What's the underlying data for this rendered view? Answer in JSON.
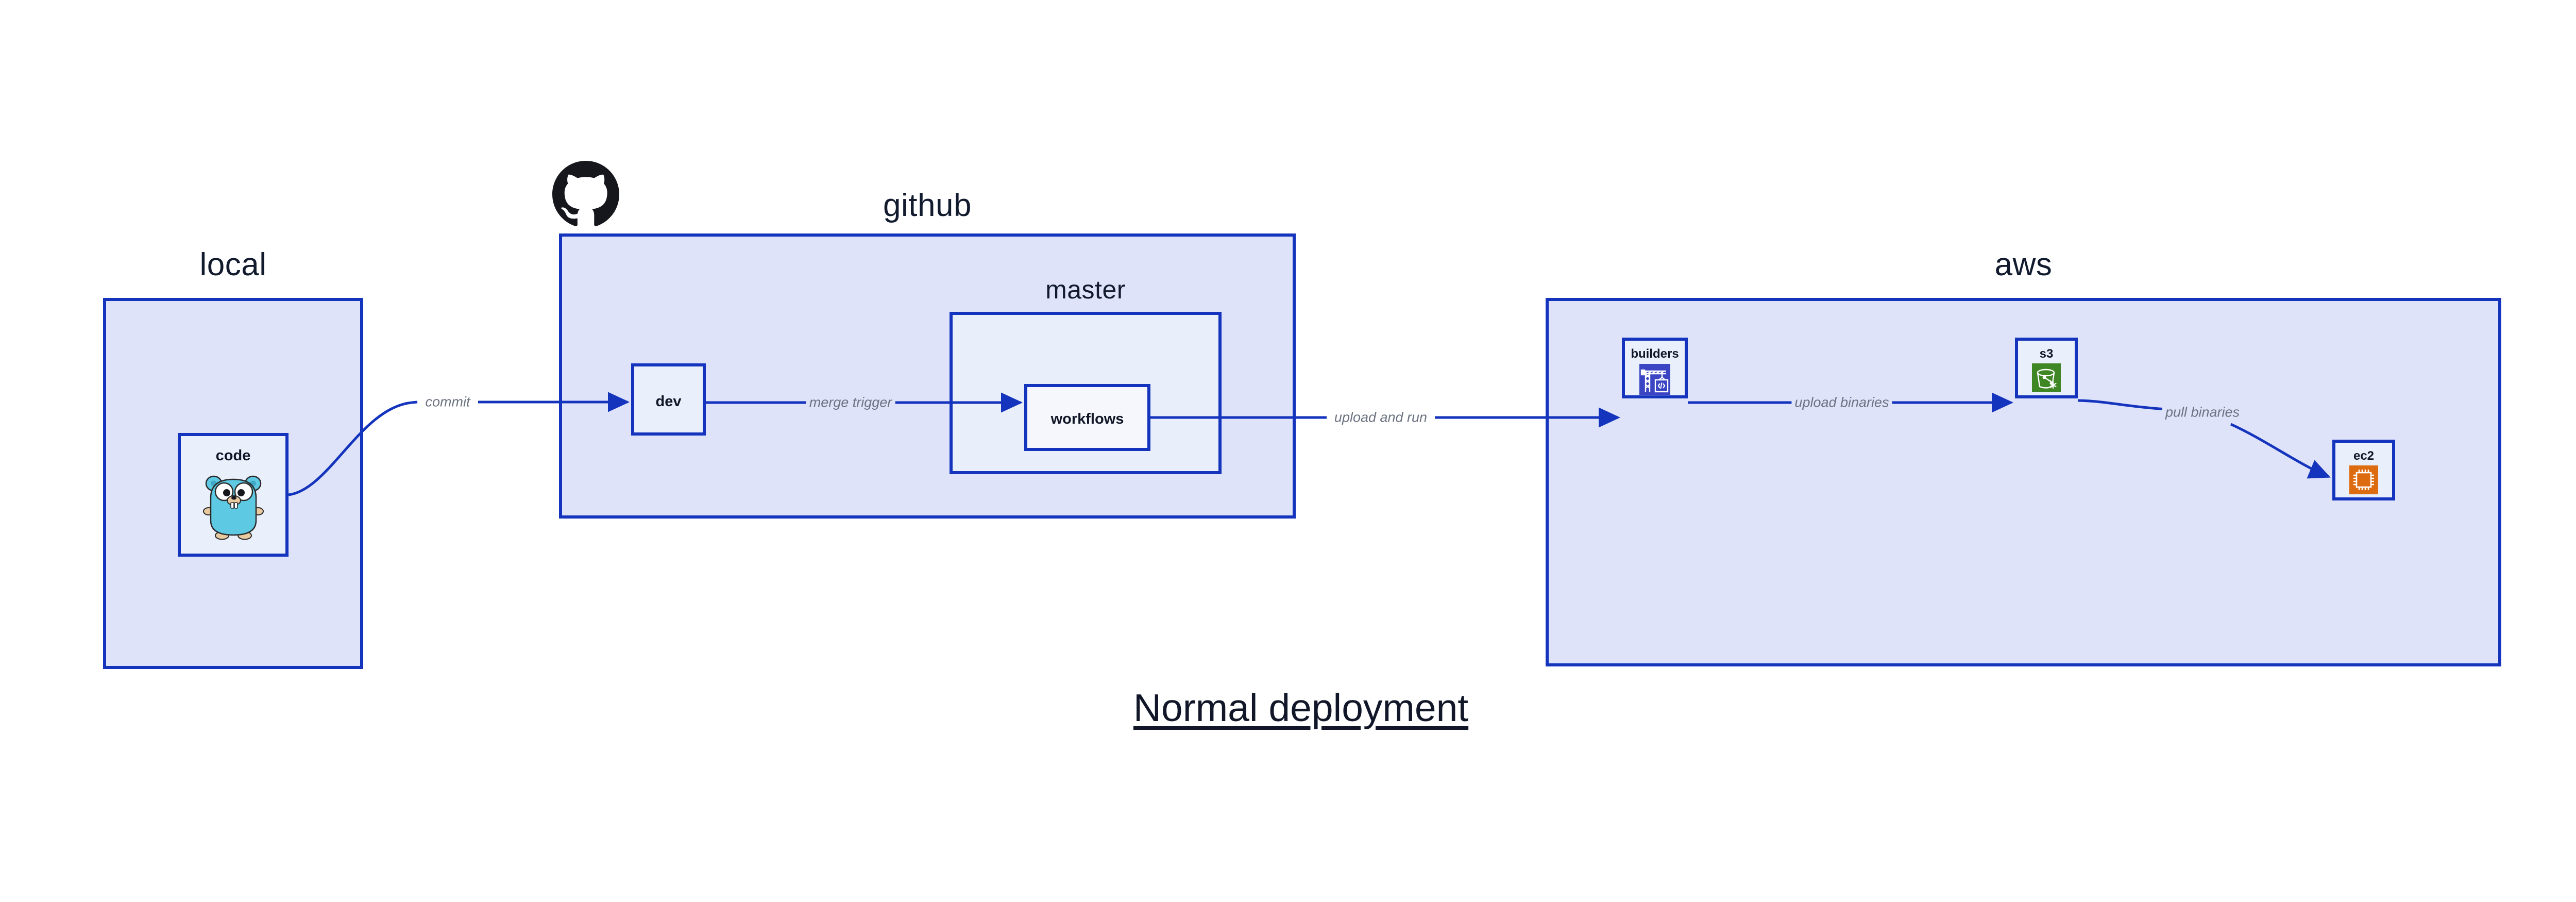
{
  "diagram": {
    "title": "Normal deployment",
    "colors": {
      "border_blue": "#1434bd",
      "group_fill": "#dee3fa",
      "subgroup_fill": "#e9eefb",
      "node_fill": "#e9effb",
      "node_fill_light": "#f5f7fd",
      "edge_label_gray": "#6b7280",
      "title_navy": "#111728",
      "aws_builders_blue": "#3b45c4",
      "aws_s3_green": "#3f8624",
      "aws_ec2_orange": "#dd6b10",
      "go_gopher_cyan": "#5dc9e2",
      "github_black": "#16161d"
    }
  },
  "groups": [
    {
      "id": "local",
      "label": "local"
    },
    {
      "id": "github",
      "label": "github"
    },
    {
      "id": "aws",
      "label": "aws"
    }
  ],
  "subgroups": [
    {
      "id": "master",
      "label": "master",
      "parent": "github"
    }
  ],
  "nodes": [
    {
      "id": "code",
      "label": "code",
      "icon": "go-gopher-icon",
      "parent": "local"
    },
    {
      "id": "dev",
      "label": "dev",
      "icon": null,
      "parent": "github"
    },
    {
      "id": "workflows",
      "label": "workflows",
      "icon": null,
      "parent": "master"
    },
    {
      "id": "builders",
      "label": "builders",
      "icon": "aws-builders-icon",
      "parent": "aws"
    },
    {
      "id": "s3",
      "label": "s3",
      "icon": "aws-s3-icon",
      "parent": "aws"
    },
    {
      "id": "ec2",
      "label": "ec2",
      "icon": "aws-ec2-icon",
      "parent": "aws"
    }
  ],
  "edges": [
    {
      "id": "commit",
      "label": "commit",
      "from": "code",
      "to": "dev"
    },
    {
      "id": "merge-trigger",
      "label": "merge trigger",
      "from": "dev",
      "to": "workflows"
    },
    {
      "id": "upload-and-run",
      "label": "upload and run",
      "from": "workflows",
      "to": "builders"
    },
    {
      "id": "upload-binaries",
      "label": "upload binaries",
      "from": "builders",
      "to": "s3"
    },
    {
      "id": "pull-binaries",
      "label": "pull binaries",
      "from": "s3",
      "to": "ec2"
    }
  ],
  "logos": [
    {
      "id": "github-logo",
      "name": "github-octocat-icon",
      "group": "github"
    }
  ]
}
